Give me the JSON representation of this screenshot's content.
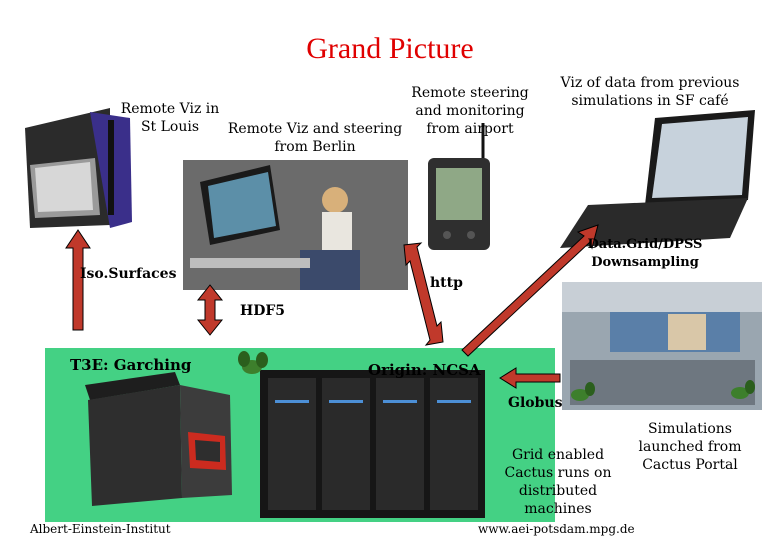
{
  "title": "Grand Picture",
  "labels": {
    "remote_viz_st_louis": "Remote Viz in\nSt Louis",
    "remote_viz_berlin": "Remote Viz and steering\nfrom Berlin",
    "remote_steering_airport": "Remote steering\nand monitoring\nfrom airport",
    "viz_sf_cafe": "Viz of data from previous\nsimulations in SF café",
    "iso_surfaces": "Iso.Surfaces",
    "http": "http",
    "datagrid": "Data.Grid/DPSS\nDownsampling",
    "hdf5": "HDF5",
    "t3e": "T3E: Garching",
    "origin": "Origin: NCSA",
    "globus": "Globus",
    "grid_enabled": "Grid enabled\nCactus runs on\ndistributed\nmachines",
    "simulations": "Simulations\nlaunched from\nCactus Portal",
    "footer_left": "Albert-Einstein-Institut",
    "footer_right": "www.aei-potsdam.mpg.de"
  },
  "colors": {
    "title": "#e00000",
    "arrow_fill": "#c0392b",
    "panel": "#44d184"
  }
}
